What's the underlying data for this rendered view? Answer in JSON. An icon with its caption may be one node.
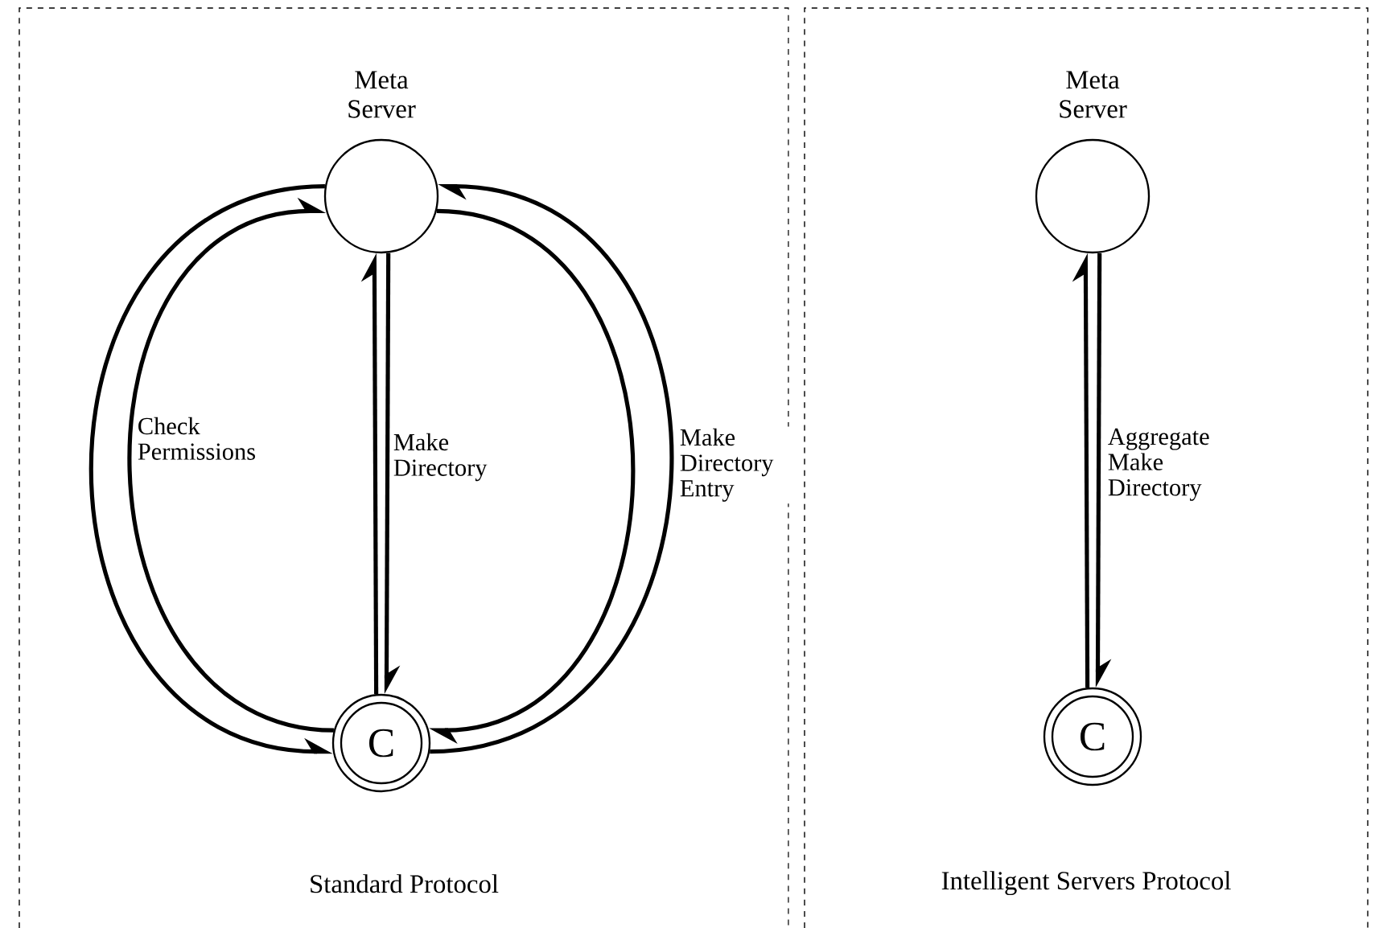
{
  "diagram": {
    "nodes": [
      {
        "text": [
          "Standard Protocol"
        ]
      },
      {
        "text": [
          "Meta Server"
        ],
        "in": 0
      },
      {
        "text": [
          "C"
        ],
        "in": 0
      },
      {
        "text": [
          "Intelligent Servers Protocol"
        ]
      },
      {
        "text": [
          "Meta Server"
        ],
        "in": 3
      },
      {
        "text": [
          "C"
        ],
        "in": 3
      }
    ],
    "edges": [
      {
        "from": 2,
        "to": 1,
        "arrow": "to",
        "label": "Check Permissions"
      },
      {
        "from": 1,
        "to": 2,
        "arrow": "to"
      },
      {
        "from": 2,
        "to": 1,
        "arrow": "to"
      },
      {
        "from": 1,
        "to": 2,
        "arrow": "to",
        "label": "Make Directory"
      },
      {
        "from": 1,
        "to": 2,
        "arrow": "to"
      },
      {
        "from": 2,
        "to": 1,
        "arrow": "to",
        "label": "Make Directory Entry"
      },
      {
        "from": 5,
        "to": 4,
        "arrow": "to"
      },
      {
        "from": 4,
        "to": 5,
        "arrow": "to",
        "label": "Aggregate Make Directory"
      }
    ]
  }
}
